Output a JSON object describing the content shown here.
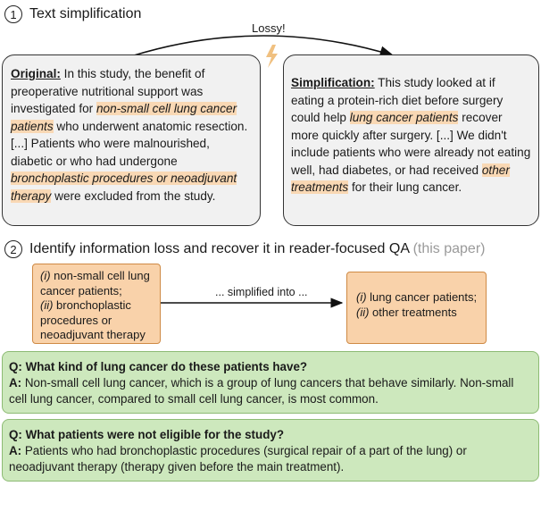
{
  "step1": {
    "number": "1",
    "title": "Text simplification"
  },
  "lossy_label": "Lossy!",
  "original": {
    "heading": "Original:",
    "t1": " In this study, the benefit of preoperative nutritional support was investigated for ",
    "h1": "non-small cell lung cancer patients",
    "t2": " who underwent anatomic resection. [...] Patients who were malnourished, diabetic or who had undergone ",
    "h2": "bronchoplastic procedures or neoadjuvant therapy",
    "t3": " were excluded from the study."
  },
  "simplification": {
    "heading": "Simplification:",
    "t1": " This study looked at if eating a protein-rich diet before surgery could help ",
    "h1": "lung cancer patients",
    "t2": " recover more quickly after surgery. [...] We didn't include patients who were already not eating well, had diabetes, or had received ",
    "h2": "other treatments",
    "t3": " for their lung cancer."
  },
  "step2": {
    "number": "2",
    "title": "Identify information loss and recover it in reader-focused QA",
    "note": "(this paper)"
  },
  "left_box": {
    "m1": "(i)",
    "l1": " non-small cell lung cancer patients;",
    "m2": "(ii)",
    "l2": " bronchoplastic procedures or neoadjuvant therapy"
  },
  "simplified_into": "... simplified into ...",
  "right_box": {
    "m1": "(i)",
    "l1": " lung cancer patients;",
    "m2": "(ii)",
    "l2": " other treatments"
  },
  "qa": [
    {
      "q": "Q: What kind of lung cancer do these patients have?",
      "a_label": "A:",
      "a": " Non-small cell lung cancer, which is a group of lung cancers that behave similarly. Non-small cell lung cancer, compared to small cell lung cancer, is most common."
    },
    {
      "q": "Q: What patients were not eligible for the study?",
      "a_label": "A:",
      "a": " Patients who had bronchoplastic procedures (surgical repair of a part of the lung) or neoadjuvant therapy (therapy given before the main treatment)."
    }
  ],
  "colors": {
    "highlight": "#f9d8b4",
    "orange_box": "#f9d2aa",
    "green_box": "#cde8bd",
    "gray_box": "#f1f1f1",
    "lightning": "#f0c080"
  }
}
